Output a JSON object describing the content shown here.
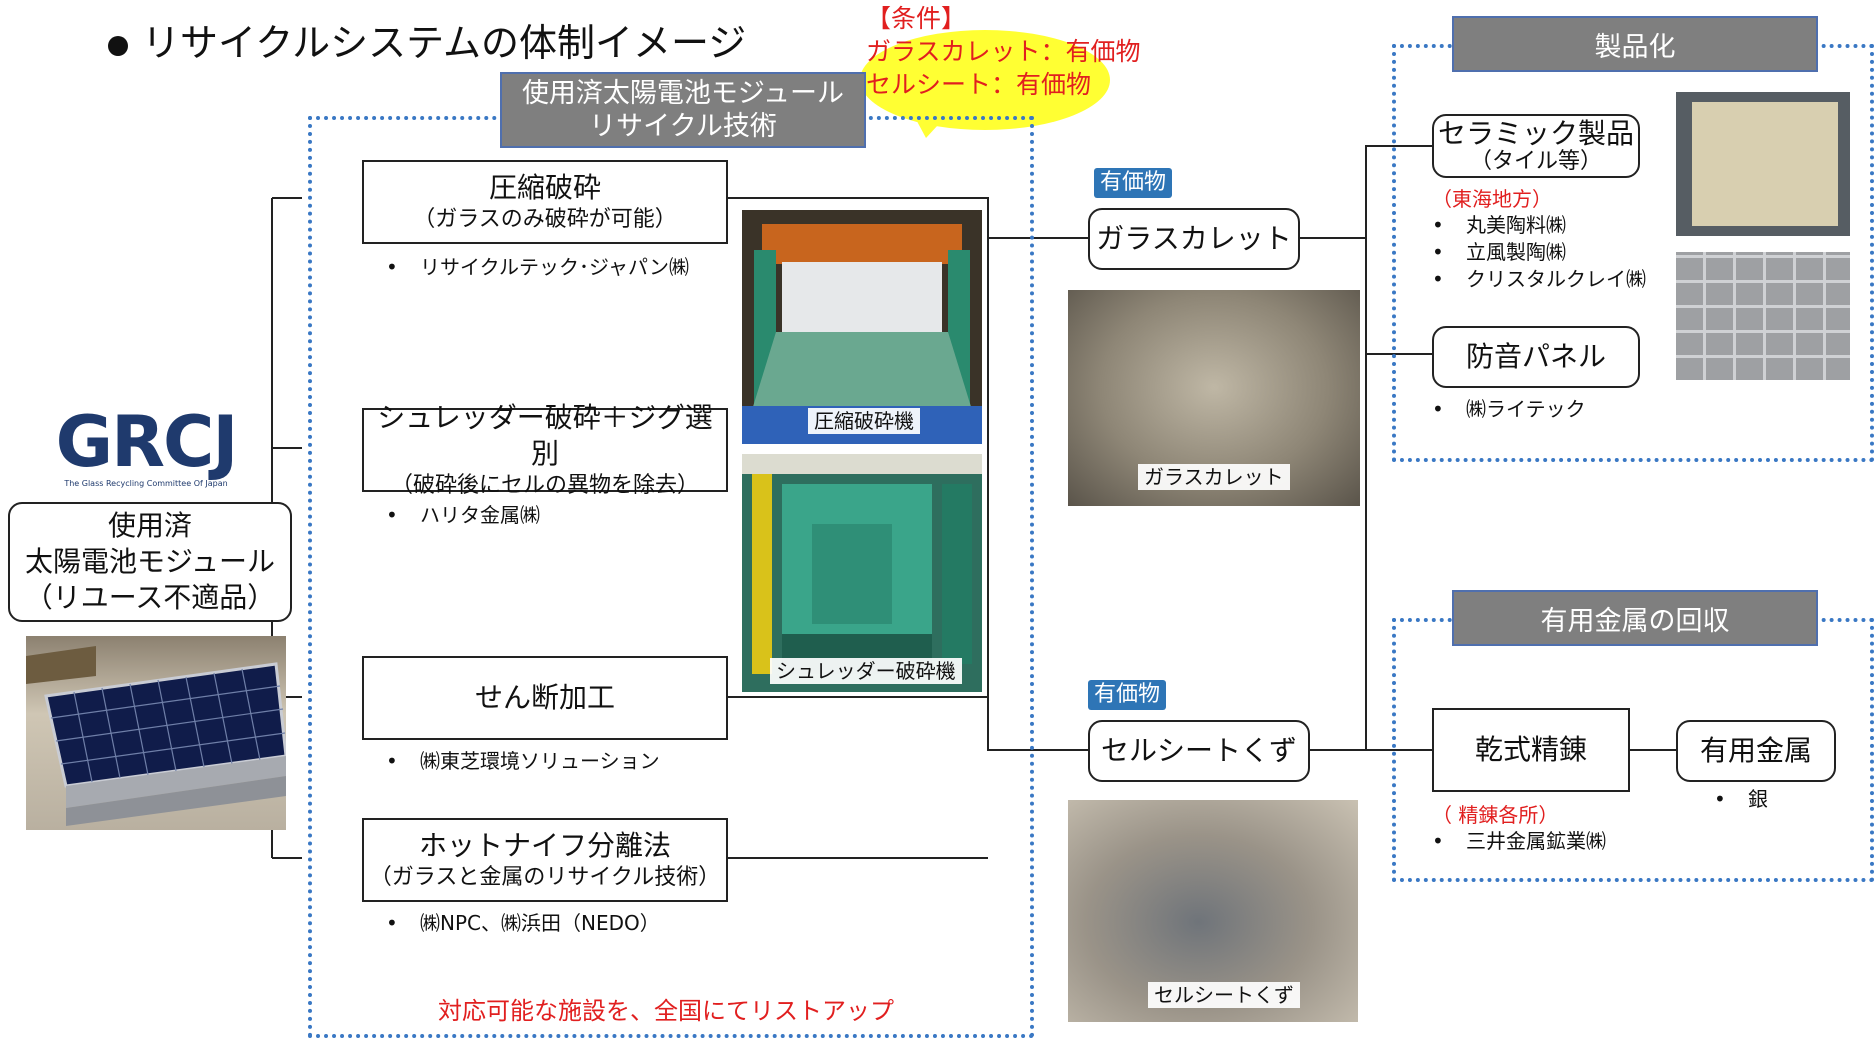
{
  "title": "リサイクルシステムの体制イメージ",
  "condition": {
    "heading": "【条件】",
    "line1": "ガラスカレット：有価物",
    "line2": "セルシート：有価物"
  },
  "tech_header": {
    "line1": "使用済太陽電池モジュール",
    "line2": "リサイクル技術"
  },
  "logo": {
    "letters": "GRCJ",
    "subtitle": "The Glass Recycling Committee Of Japan"
  },
  "source": {
    "line1": "使用済",
    "line2": "太陽電池モジュール",
    "line3": "（リユース不適品）"
  },
  "processes": [
    {
      "title": "圧縮破砕",
      "sub": "（ガラスのみ破砕が可能）",
      "company": "リサイクルテック･ジャパン㈱"
    },
    {
      "title": "シュレッダー破砕＋ジグ選別",
      "sub": "（破砕後にセルの異物を除去）",
      "company": "ハリタ金属㈱"
    },
    {
      "title": "せん断加工",
      "sub": "",
      "company": "㈱東芝環境ソリューション"
    },
    {
      "title": "ホットナイフ分離法",
      "sub": "（ガラスと金属のリサイクル技術）",
      "company": "㈱NPC、㈱浜田（NEDO）"
    }
  ],
  "machine_captions": {
    "compress": "圧縮破砕機",
    "shredder": "シュレッダー破砕機"
  },
  "footer_note": "対応可能な施設を、全国にてリストアップ",
  "valuable_tag": "有価物",
  "outputs": {
    "glass": {
      "label": "ガラスカレット",
      "caption": "ガラスカレット"
    },
    "cell": {
      "label": "セルシートくず",
      "caption": "セルシートくず"
    }
  },
  "productization": {
    "header": "製品化",
    "ceramic": {
      "title": "セラミック製品",
      "sub": "（タイル等）"
    },
    "region": "（東海地方）",
    "companies": [
      "丸美陶料㈱",
      "立風製陶㈱",
      "クリスタルクレイ㈱"
    ],
    "panel": {
      "title": "防音パネル",
      "company": "㈱ライテック"
    }
  },
  "metals": {
    "header": "有用金属の回収",
    "smelting": "乾式精錬",
    "useful": "有用金属",
    "silver": "銀",
    "smelters_label": "（ 精錬各所）",
    "smelter": "三井金属鉱業㈱"
  },
  "colors": {
    "accent_blue": "#2e75b6",
    "red": "#e11f1f",
    "gray_header": "#7f7f7f",
    "logo_navy": "#1f3a6d",
    "bubble_yellow": "#ffff33"
  }
}
